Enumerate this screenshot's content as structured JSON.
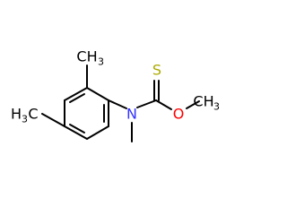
{
  "colors": {
    "bond": "#000000",
    "nitrogen": "#3333ff",
    "oxygen": "#ff0000",
    "sulfur": "#aaaa00",
    "carbon": "#000000",
    "background": "#ffffff"
  },
  "atoms": {
    "sulfur": "S",
    "nitrogen": "N",
    "oxygen": "O",
    "methyl_top": "CH",
    "methyl_top_sub": "3",
    "methyl_left_main": "H",
    "methyl_left_sub": "3",
    "methyl_left_tail": "C",
    "methyl_right": "CH",
    "methyl_right_sub": "3"
  }
}
